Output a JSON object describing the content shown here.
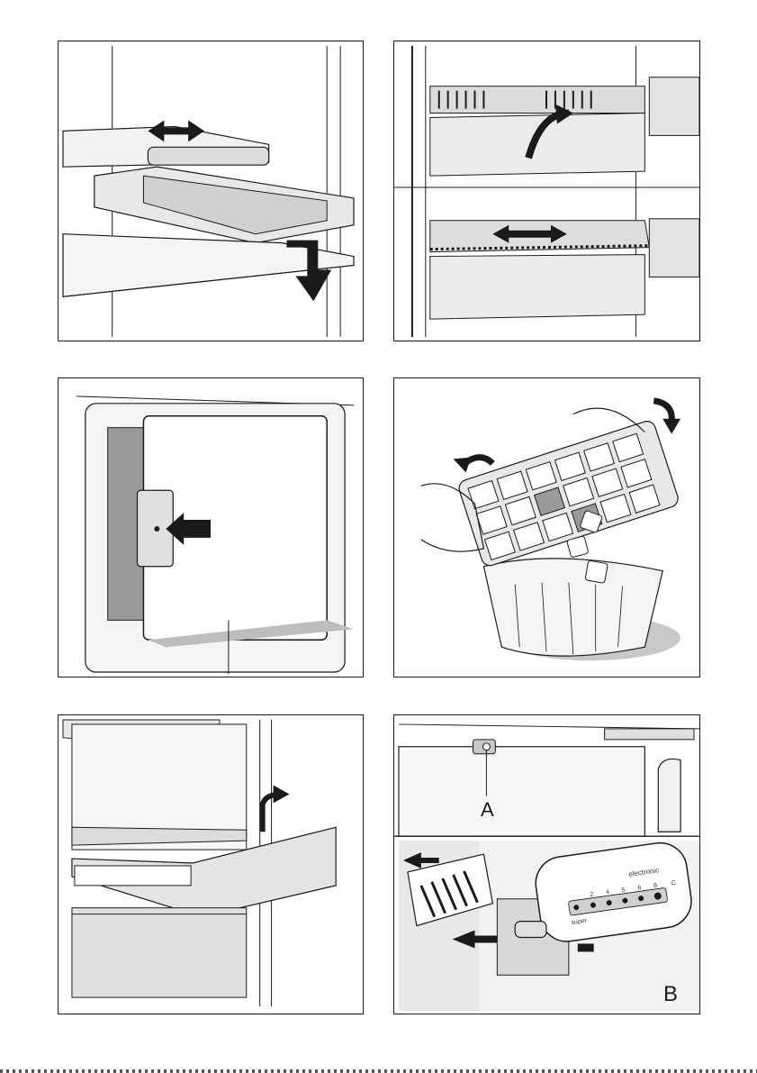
{
  "document": {
    "panels": [
      {
        "id": "p1",
        "subject": "ice-tray-shelf"
      },
      {
        "id": "p2",
        "subject": "shelf-air-vent"
      },
      {
        "id": "p3",
        "subject": "freezer-door-latch"
      },
      {
        "id": "p4",
        "subject": "ice-cube-tray-emptying"
      },
      {
        "id": "p5",
        "subject": "freezer-drawer-removal"
      },
      {
        "id": "p6",
        "subject": "temperature-control-unit"
      }
    ],
    "callouts": {
      "a": "A",
      "b": "B"
    },
    "control_panel": {
      "brand_text": "electronic",
      "super_label": "super",
      "scale": [
        "2",
        "4",
        "5",
        "6",
        "8"
      ],
      "end_label": "C"
    },
    "colors": {
      "line": "#1a1a1a",
      "shade_light": "#e6e6e6",
      "shade_mid": "#c8c8c8",
      "shade_dark": "#8f8f8f",
      "arrow": "#1a1a1a"
    }
  }
}
